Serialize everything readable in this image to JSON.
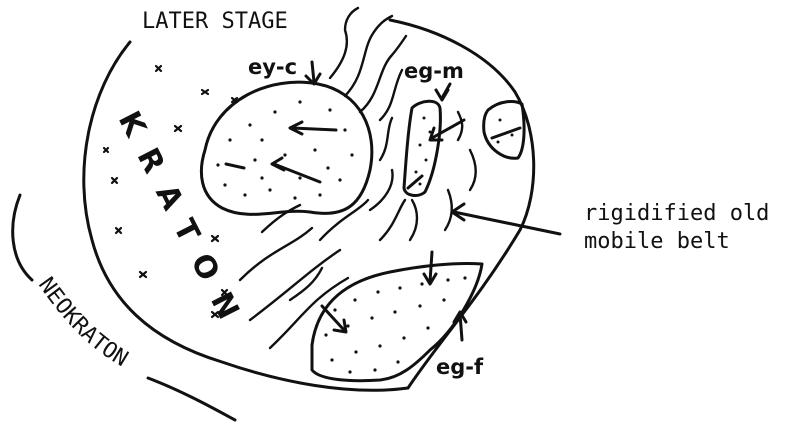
{
  "labels": {
    "stage": "LATER STAGE",
    "neokraton": "NEOKRATON",
    "kraton": "KRATON",
    "eg_c": "ey-c",
    "eg_m": "eg-m",
    "eg_f": "eg-f",
    "belt_line1": "rigidified old",
    "belt_line2": "mobile belt"
  },
  "colors": {
    "ink": "#111111",
    "background": "#ffffff"
  }
}
